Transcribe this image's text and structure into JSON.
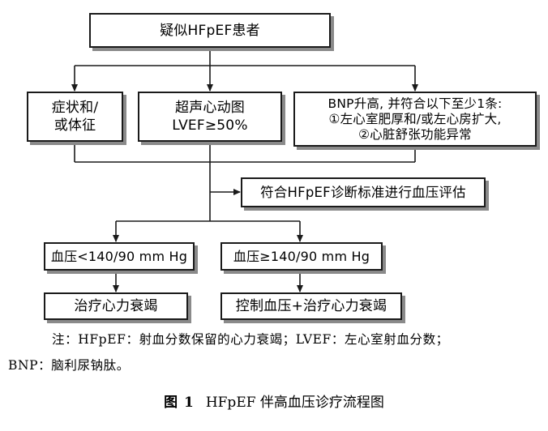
{
  "nodes": {
    "start": "疑似HFpEF患者",
    "symptoms": [
      "症状和/",
      "或体征"
    ],
    "echo": [
      "超声心动图",
      "LVEF≥50%"
    ],
    "bnp": [
      "BNP升高, 并符合以下至少1条:",
      "①左心室肥厚和/或左心房扩大,",
      "②心脏舒张功能异常"
    ],
    "criteria": "符合HFpEF诊断标准进行血压评估",
    "bp_low": "血压<140/90 mm Hg",
    "bp_high": "血压≥140/90 mm Hg",
    "treat_hf": "治疗心力衰竭",
    "control_bp": "控制血压+治疗心力衰竭"
  },
  "note": {
    "line1": "注：HFpEF：射血分数保留的心力衰竭；LVEF：左心室射血分数；",
    "line2": "BNP：脑利尿钠肽。"
  },
  "caption": {
    "figure_label": "图 1",
    "title": "HFpEF 伴高血压诊疗流程图"
  }
}
